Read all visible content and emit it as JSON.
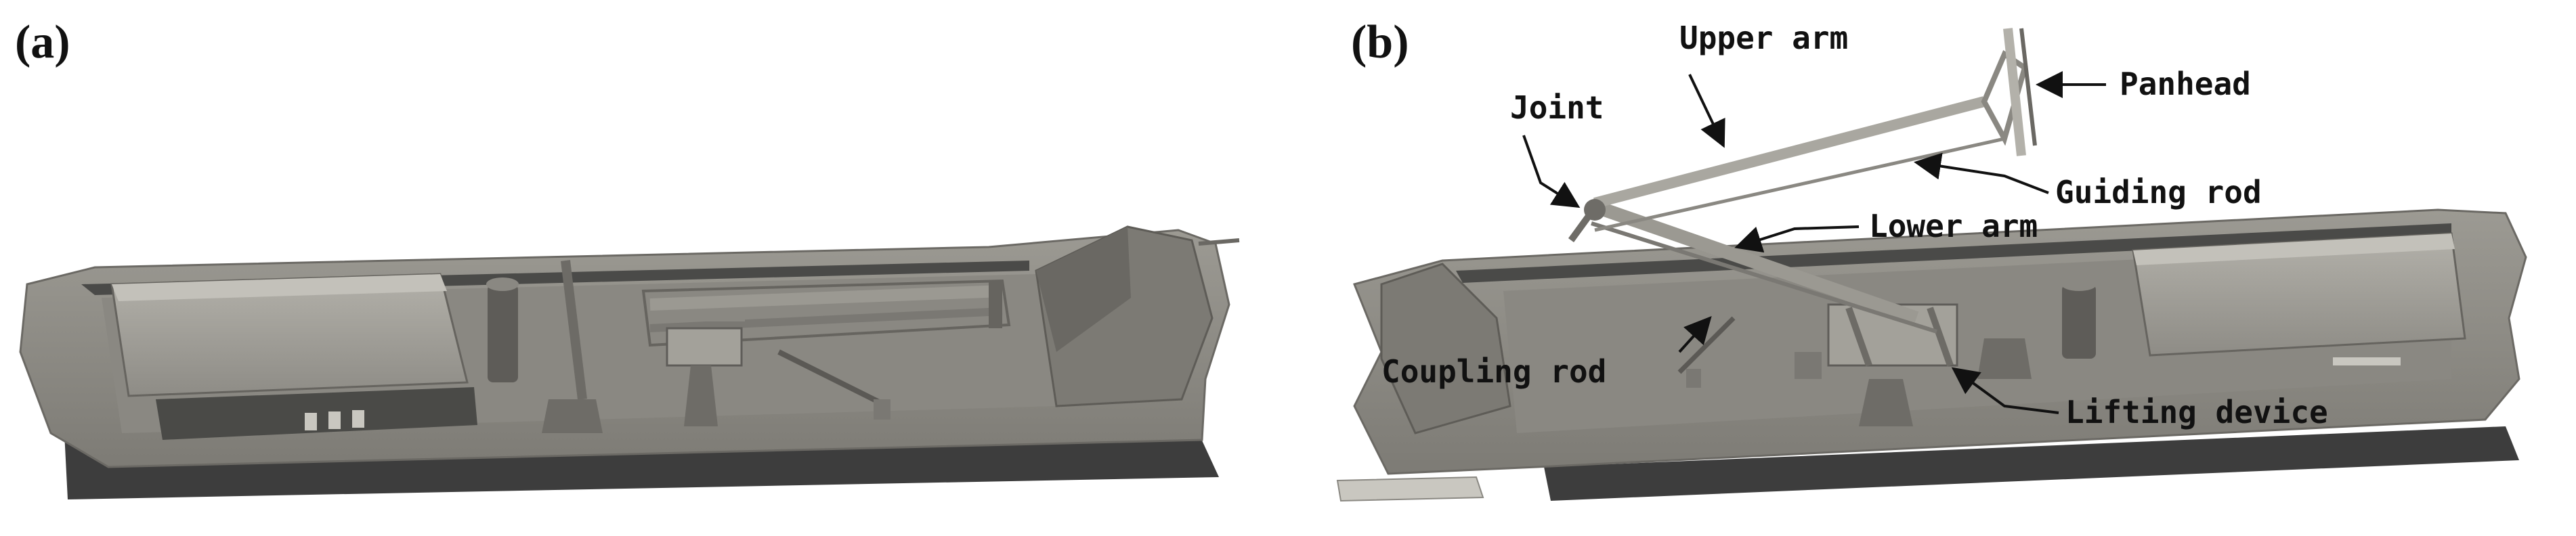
{
  "panels": [
    {
      "label": "(a)"
    },
    {
      "label": "(b)",
      "callouts": [
        {
          "text": "Upper arm"
        },
        {
          "text": "Panhead"
        },
        {
          "text": "Joint"
        },
        {
          "text": "Guiding rod"
        },
        {
          "text": "Lower arm"
        },
        {
          "text": "Coupling rod"
        },
        {
          "text": "Lifting device"
        }
      ]
    }
  ],
  "colors": {
    "body": "#8c8a83",
    "body_light": "#a9a7a0",
    "body_dark": "#5f5d58",
    "floor": "#8f8d86",
    "rail": "#3b3b3b",
    "background": "#ffffff",
    "text": "#111111"
  }
}
